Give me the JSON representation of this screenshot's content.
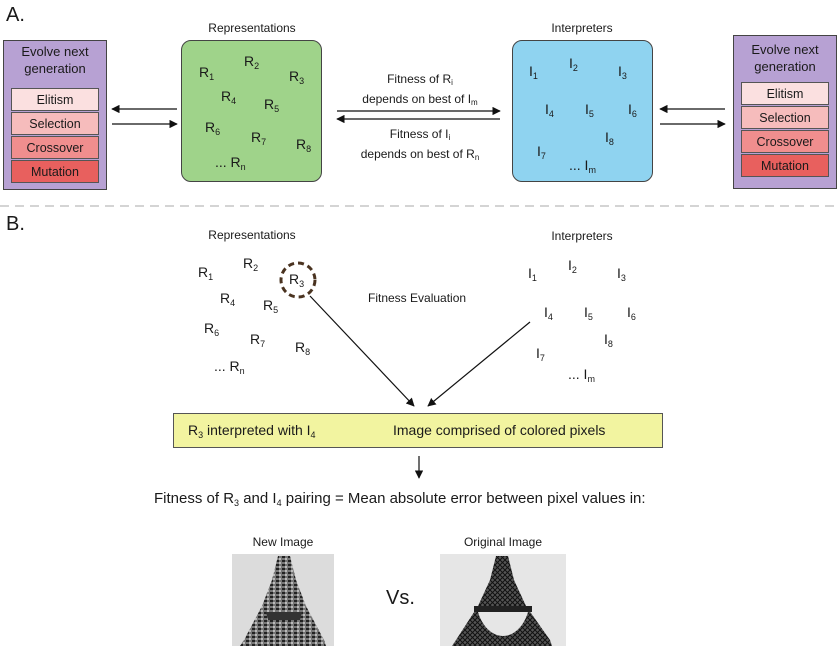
{
  "panel_a": {
    "letter": "A.",
    "representations_title": "Representations",
    "interpreters_title": "Interpreters",
    "representations": [
      {
        "base": "R",
        "sub": "1"
      },
      {
        "base": "R",
        "sub": "2"
      },
      {
        "base": "R",
        "sub": "3"
      },
      {
        "base": "R",
        "sub": "4"
      },
      {
        "base": "R",
        "sub": "5"
      },
      {
        "base": "R",
        "sub": "6"
      },
      {
        "base": "R",
        "sub": "7"
      },
      {
        "base": "R",
        "sub": "8"
      },
      {
        "base": "... R",
        "sub": "n"
      }
    ],
    "interpreters": [
      {
        "base": "I",
        "sub": "1"
      },
      {
        "base": "I",
        "sub": "2"
      },
      {
        "base": "I",
        "sub": "3"
      },
      {
        "base": "I",
        "sub": "4"
      },
      {
        "base": "I",
        "sub": "5"
      },
      {
        "base": "I",
        "sub": "6"
      },
      {
        "base": "I",
        "sub": "7"
      },
      {
        "base": "I",
        "sub": "8"
      },
      {
        "base": "... I",
        "sub": "m"
      }
    ],
    "evolve_left": {
      "title_line1": "Evolve next",
      "title_line2": "generation",
      "ops": [
        "Elitism",
        "Selection",
        "Crossover",
        "Mutation"
      ]
    },
    "evolve_right": {
      "title_line1": "Evolve next",
      "title_line2": "generation",
      "ops": [
        "Elitism",
        "Selection",
        "Crossover",
        "Mutation"
      ]
    },
    "fitness_r": {
      "line1_pre": "Fitness of  R",
      "line1_sub": "i",
      "line2_pre": "depends on best of I",
      "line2_sub": "m"
    },
    "fitness_i": {
      "line1_pre": "Fitness of  I",
      "line1_sub": "i",
      "line2_pre": "depends on best of R",
      "line2_sub": "n"
    }
  },
  "panel_b": {
    "letter": "B.",
    "representations_title": "Representations",
    "interpreters_title": "Interpreters",
    "fitness_evaluation": "Fitness Evaluation",
    "interpretation": {
      "r_base": "R",
      "r_sub": "3",
      "mid": " interpreted with  I",
      "i_sub": "4",
      "result": "Image comprised of colored pixels"
    },
    "statement": {
      "p1": "Fitness of R",
      "s1": "3",
      "p2": " and I",
      "s2": "4",
      "p3": " pairing = Mean absolute error between pixel values in:"
    },
    "new_image_label": "New Image",
    "original_image_label": "Original Image",
    "vs": "Vs."
  },
  "colors": {
    "green": "#9fd38a",
    "blue": "#8fd3f0",
    "purple": "#b7a1d3",
    "yellow": "#f2f4a0",
    "op_colors": [
      "#fbe0e0",
      "#f6bcbc",
      "#f08e8e",
      "#e8605e"
    ],
    "dashed_circle": "#4a3320"
  }
}
